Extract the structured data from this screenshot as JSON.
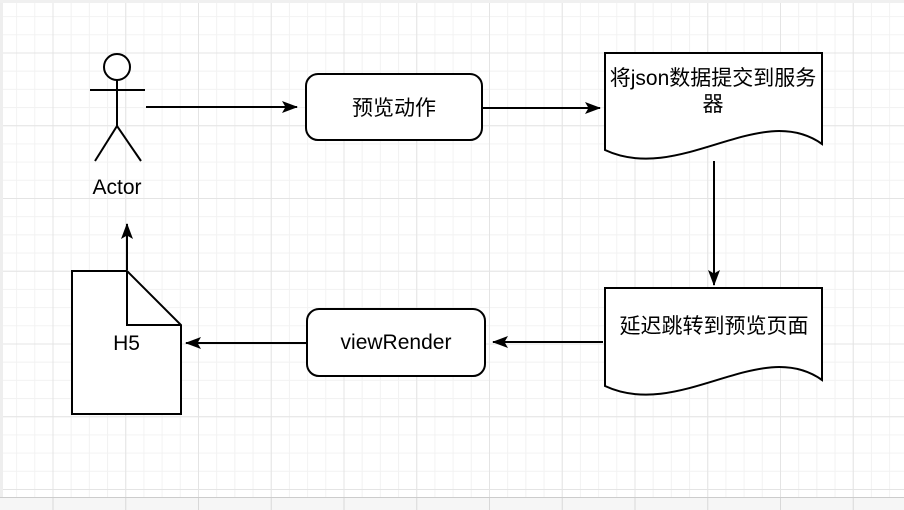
{
  "canvas": {
    "background_color": "#ffffff",
    "outside_color": "#f6f6f6",
    "grid_minor_color": "#f2f2f2",
    "grid_major_color": "#e4e4e4",
    "shape_stroke_color": "#000000",
    "shape_fill_color": "#ffffff",
    "text_color": "#000000"
  },
  "nodes": {
    "actor": {
      "label": "Actor",
      "type": "uml-actor"
    },
    "preview_action": {
      "label": "预览动作",
      "type": "rounded-rectangle"
    },
    "submit_json": {
      "label": "将json数据提交到服务器",
      "type": "document"
    },
    "delay_redirect": {
      "label": "延迟跳转到预览页面",
      "type": "document"
    },
    "view_render": {
      "label": "viewRender",
      "type": "rounded-rectangle"
    },
    "h5_page": {
      "label": "H5",
      "type": "note"
    }
  },
  "edges": [
    {
      "from": "actor",
      "to": "preview_action",
      "direction": "right"
    },
    {
      "from": "preview_action",
      "to": "submit_json",
      "direction": "right"
    },
    {
      "from": "submit_json",
      "to": "delay_redirect",
      "direction": "down"
    },
    {
      "from": "delay_redirect",
      "to": "view_render",
      "direction": "left"
    },
    {
      "from": "view_render",
      "to": "h5_page",
      "direction": "left"
    },
    {
      "from": "h5_page",
      "to": "actor",
      "direction": "up"
    }
  ]
}
